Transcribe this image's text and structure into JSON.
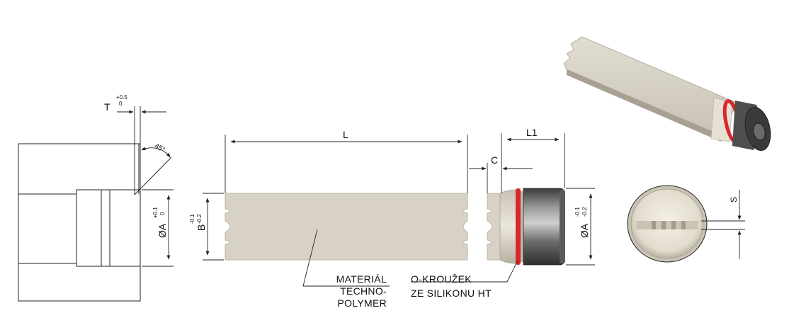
{
  "dimensions": {
    "T": "T",
    "T_tol_upper": "+0.5",
    "T_tol_lower": "0",
    "angle": "45°",
    "dia_A_left": "ØA",
    "dia_A_left_tol_upper": "+0.1",
    "dia_A_left_tol_lower": "0",
    "L": "L",
    "B": "B",
    "B_tol_upper": "-0.1",
    "B_tol_lower": "-0.2",
    "C": "C",
    "L1": "L1",
    "dia_A_right": "ØA",
    "dia_A_right_tol_upper": "-0.1",
    "dia_A_right_tol_lower": "-0.2",
    "S": "S"
  },
  "labels": {
    "material_lines": [
      "MATERIÁL",
      "TECHNO-",
      "POLYMER"
    ],
    "oring_lines": [
      "O-KROUŽEK",
      "ZE SILIKONU HT"
    ]
  },
  "colors": {
    "blade": "#d8d2c6",
    "blade_edge": "#bdb6a8",
    "cap_dark": "#4a4a4a",
    "oring_red": "#d8262b",
    "line": "#222222"
  }
}
